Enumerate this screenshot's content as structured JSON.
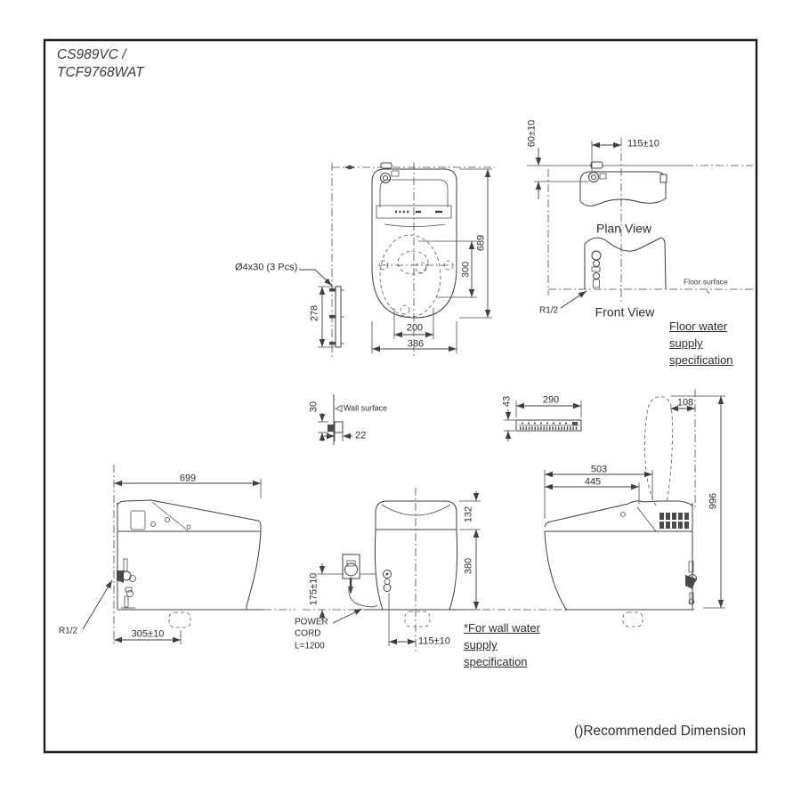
{
  "title": {
    "line1": "CS989VC /",
    "line2": "TCF9768WAT"
  },
  "colors": {
    "line": "#3f3f3f",
    "text": "#2e2e2e",
    "background": "#ffffff"
  },
  "plan": {
    "fastener_label": "Ø4x30 (3 Pcs)",
    "dim_bracket": "278",
    "dim_length": "689",
    "dim_bowl_length": "300",
    "dim_bowl_width": "200",
    "dim_width": "386"
  },
  "supply": {
    "dim_wall_offset": "60±10",
    "dim_center_offset": "115±10",
    "plan_label": "Plan View",
    "front_label": "Front View",
    "floor_surface": "Floor surface",
    "thread": "R1/2",
    "notes": [
      "Floor water",
      "supply",
      "specification"
    ]
  },
  "wall_detail": {
    "label": "Wall surface",
    "dim_height": "30",
    "dim_depth": "22"
  },
  "remote": {
    "dim_height": "43",
    "dim_width": "290"
  },
  "side_left": {
    "dim_depth": "699",
    "dim_supply": "305±10",
    "thread": "R1/2"
  },
  "front": {
    "dim_tank": "132",
    "dim_body": "380",
    "dim_outlet": "175±10",
    "dim_valve": "115±10",
    "power": [
      "POWER",
      "CORD",
      "L=1200"
    ],
    "notes": [
      "*For wall water",
      "supply",
      "specification"
    ]
  },
  "side_right": {
    "dim_open": "108",
    "dim_seat": "503",
    "dim_lid": "445",
    "dim_height": "996"
  },
  "footer": {
    "note": "()Recommended Dimension"
  }
}
